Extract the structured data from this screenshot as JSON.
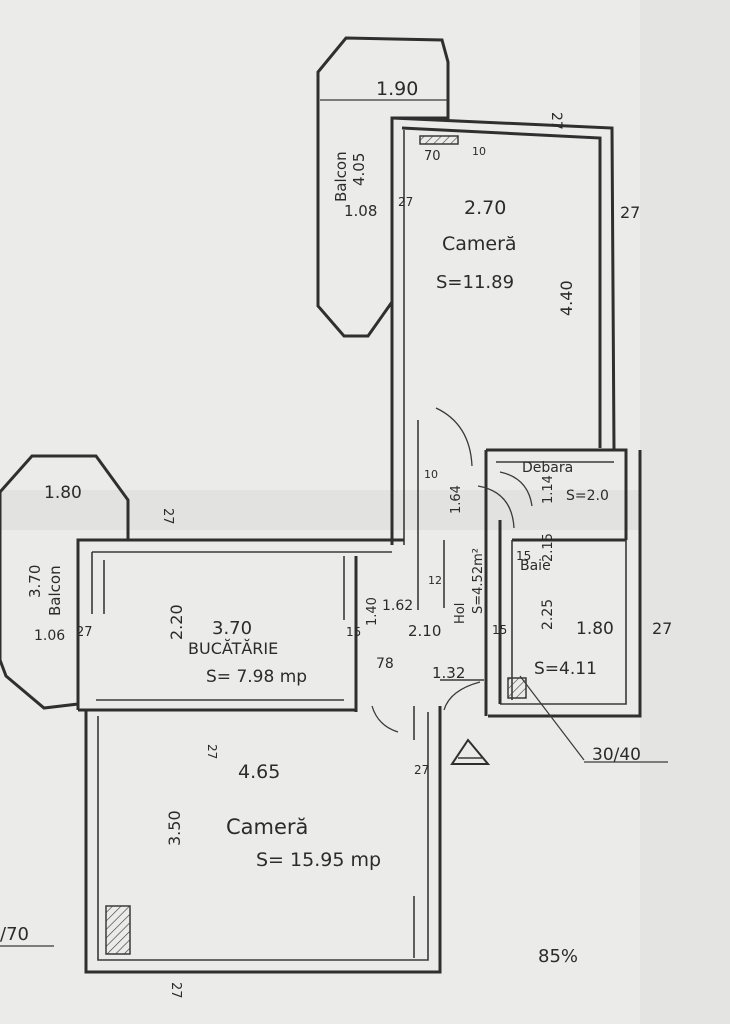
{
  "colors": {
    "paper": "#ebebe9",
    "ink": "#2f2f2f",
    "shade": "#d8d8d6"
  },
  "balcony_top": {
    "width": "1.90",
    "label": "Balcon",
    "area": "4.05",
    "depth": "1.08"
  },
  "balcony_left": {
    "width": "1.80",
    "depth": "3.70",
    "label": "Balcon",
    "side": "1.06"
  },
  "room_top": {
    "width": "2.70",
    "name": "Cameră",
    "area": "S=11.89",
    "length": "4.40",
    "wall_a": "70",
    "wall_b": "10"
  },
  "storage": {
    "name": "Debara",
    "area": "S=2.0"
  },
  "bath": {
    "name": "Baie",
    "length": "2.25",
    "width": "1.80",
    "area": "S=4.11",
    "mark_a": "2.15",
    "mark_b": "1.14"
  },
  "hall": {
    "name": "Hol",
    "area": "S=4.52m²",
    "width": "2.10",
    "door": "1.62",
    "mark": "1.64",
    "small": "1.40",
    "small_b": "12",
    "opening": "78",
    "wall_b": "15",
    "wall_c": "15",
    "wall_d": "10"
  },
  "kitchen": {
    "width": "3.70",
    "name": "BUCĂTĂRIE",
    "area": "S= 7.98 mp",
    "depth": "2.20",
    "wall": "15"
  },
  "entrance": {
    "width": "1.32",
    "ratio": "30/40"
  },
  "room_bottom": {
    "width": "4.65",
    "name": "Cameră",
    "area": "S= 15.95 mp",
    "length": "3.50"
  },
  "wall_marks": {
    "top_right": "27",
    "top_center": "27",
    "upper_left": "27",
    "left_mid": "27",
    "kitchen_top": "27",
    "mid_left": "27",
    "room_right": "27",
    "bath_right": "27",
    "room_left_mid": "27",
    "bottom": "27"
  },
  "margin_left": "/70",
  "margin_right": "85%"
}
